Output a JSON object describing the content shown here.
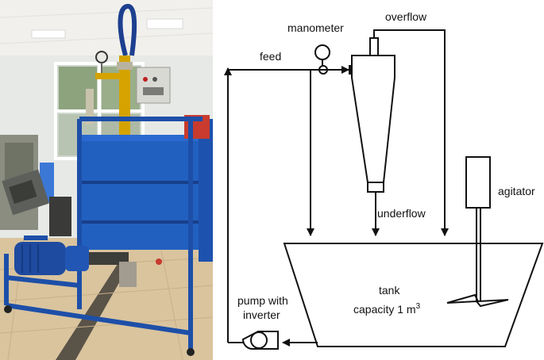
{
  "photo": {
    "alt": "Laboratory hydrocyclone test rig"
  },
  "diagram": {
    "labels": {
      "manometer": "manometer",
      "overflow": "overflow",
      "feed": "feed",
      "underflow": "underflow",
      "agitator": "agitator",
      "tank_line1": "tank",
      "tank_line2": "capacity 1 m",
      "tank_sup": "3",
      "pump_line1": "pump with",
      "pump_line2": "inverter"
    }
  },
  "colors": {
    "rig_blue": "#1f57b0",
    "frame_blue": "#1d4fa8",
    "hose_blue": "#1d3f8f",
    "pipe_yellow": "#d4a300",
    "floor": "#d8c39e",
    "wall": "#e9ece9",
    "ceiling": "#f4f3ef"
  }
}
